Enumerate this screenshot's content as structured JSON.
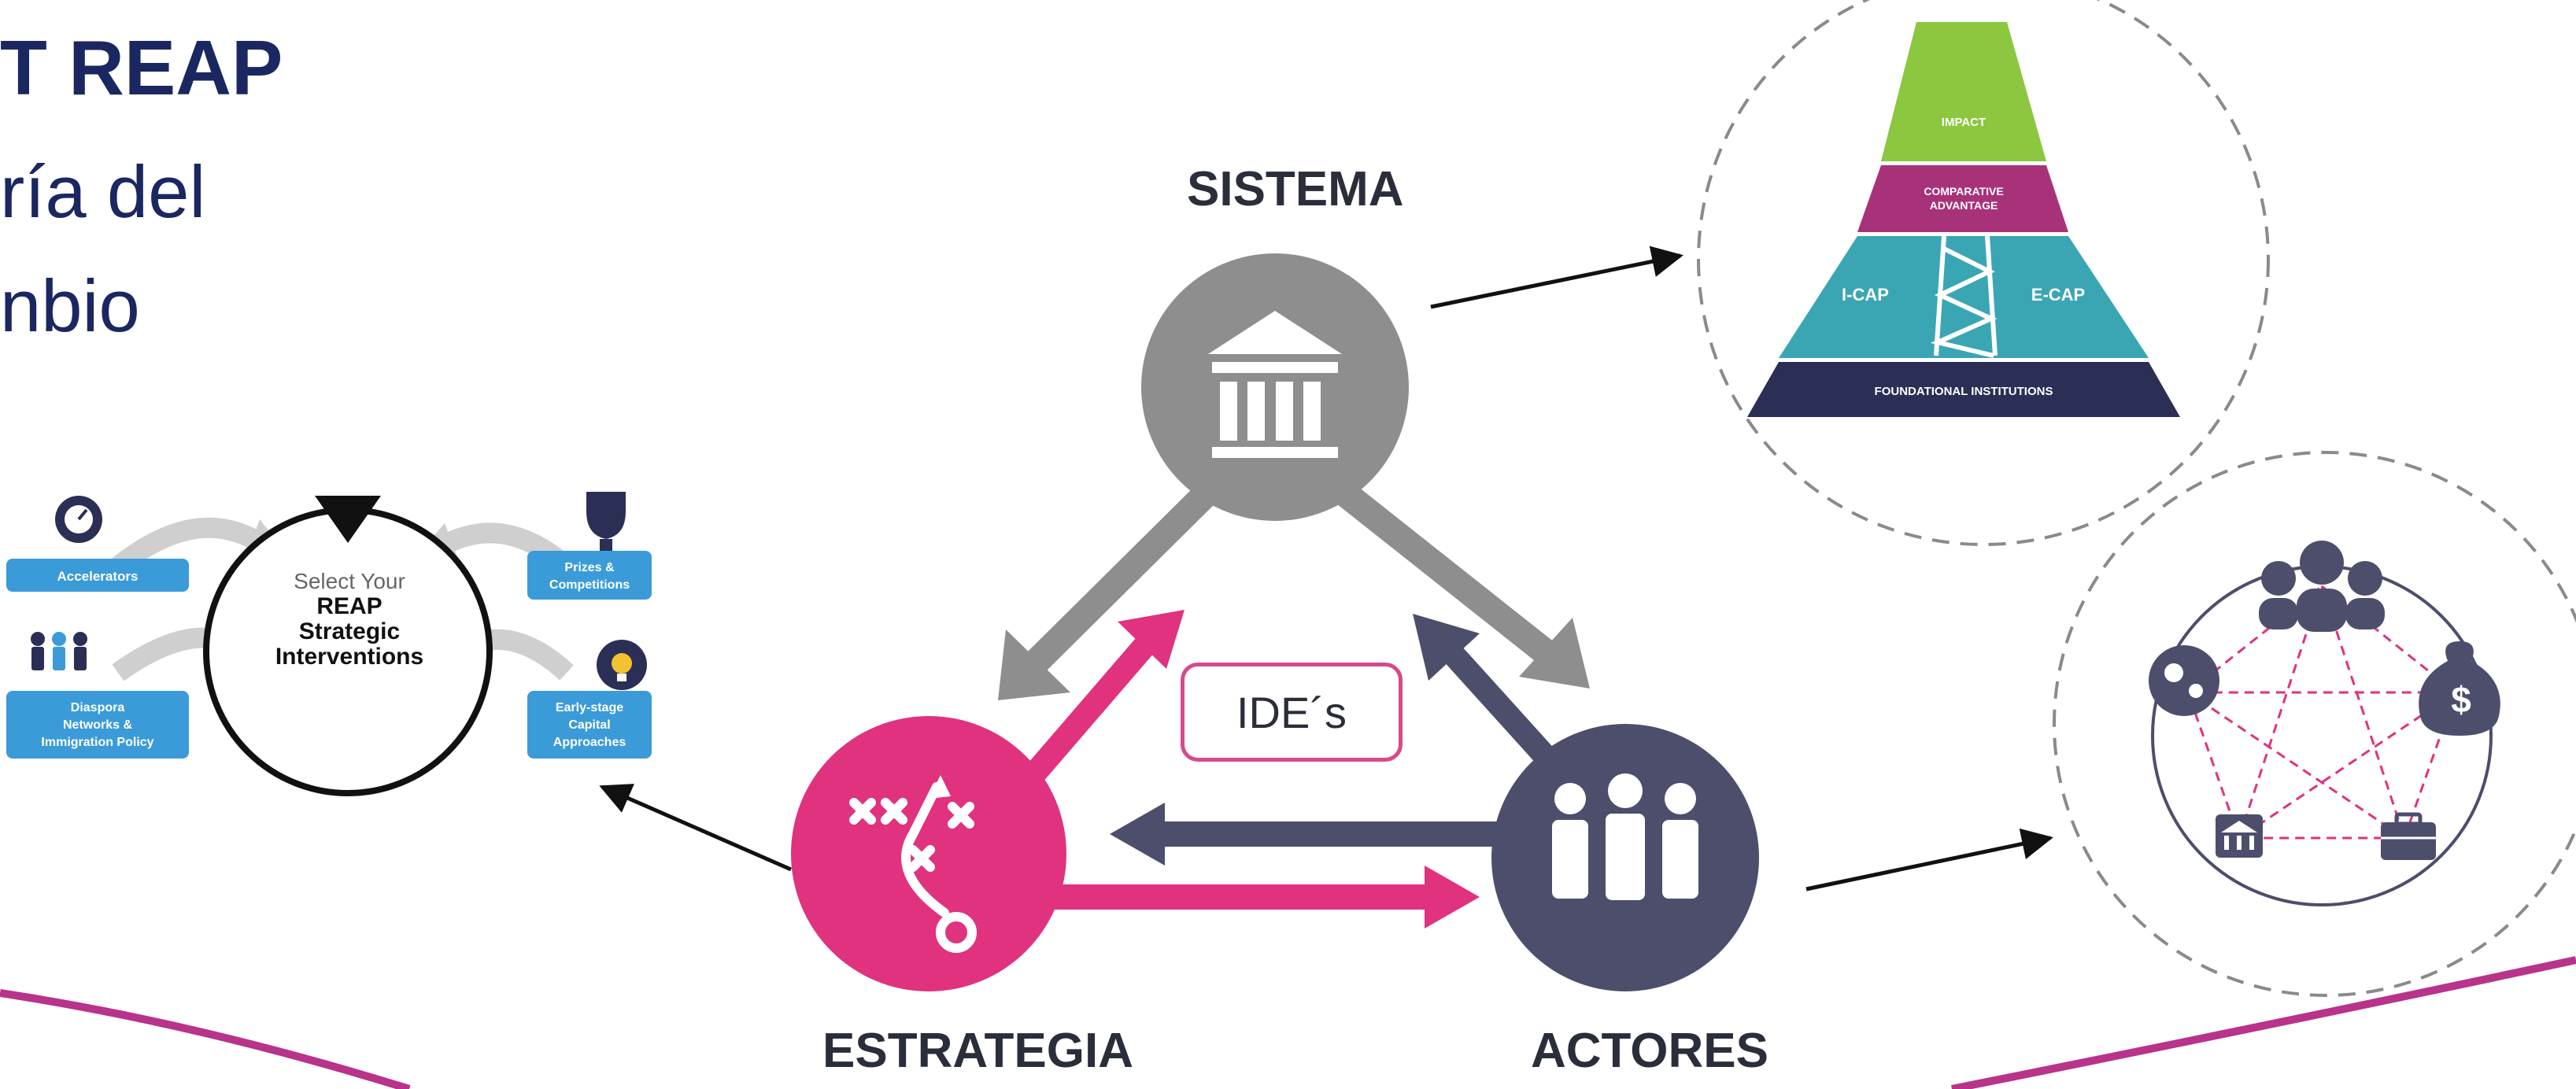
{
  "title": {
    "main": "T REAP",
    "line2": "ría del",
    "line3": "nbio"
  },
  "nodes": {
    "sistema": "SISTEMA",
    "estrategia": "ESTRATEGIA",
    "actores": "ACTORES"
  },
  "center_box": "IDE´s",
  "interventions": {
    "center_line1": "Select Your",
    "center_line2": "REAP",
    "center_line3": "Strategic",
    "center_line4": "Interventions",
    "accelerators": "Accelerators",
    "prizes_line1": "Prizes &",
    "prizes_line2": "Competitions",
    "diaspora_line1": "Diaspora",
    "diaspora_line2": "Networks &",
    "diaspora_line3": "Immigration Policy",
    "early_line1": "Early-stage",
    "early_line2": "Capital",
    "early_line3": "Approaches"
  },
  "pyramid": {
    "impact": "IMPACT",
    "comparative_line1": "COMPARATIVE",
    "comparative_line2": "ADVANTAGE",
    "icap": "I-CAP",
    "ecap": "E-CAP",
    "foundational": "FOUNDATIONAL INSTITUTIONS"
  },
  "colors": {
    "navy": "#1a2760",
    "grey": "#8e8e8e",
    "magenta": "#e0327f",
    "slate": "#4d4e6c",
    "light_blue": "#3a9bd8",
    "pyramid_green": "#8dc63f",
    "pyramid_magenta": "#a83279",
    "pyramid_teal": "#3aa6b4",
    "pyramid_navy": "#2b2e55"
  }
}
